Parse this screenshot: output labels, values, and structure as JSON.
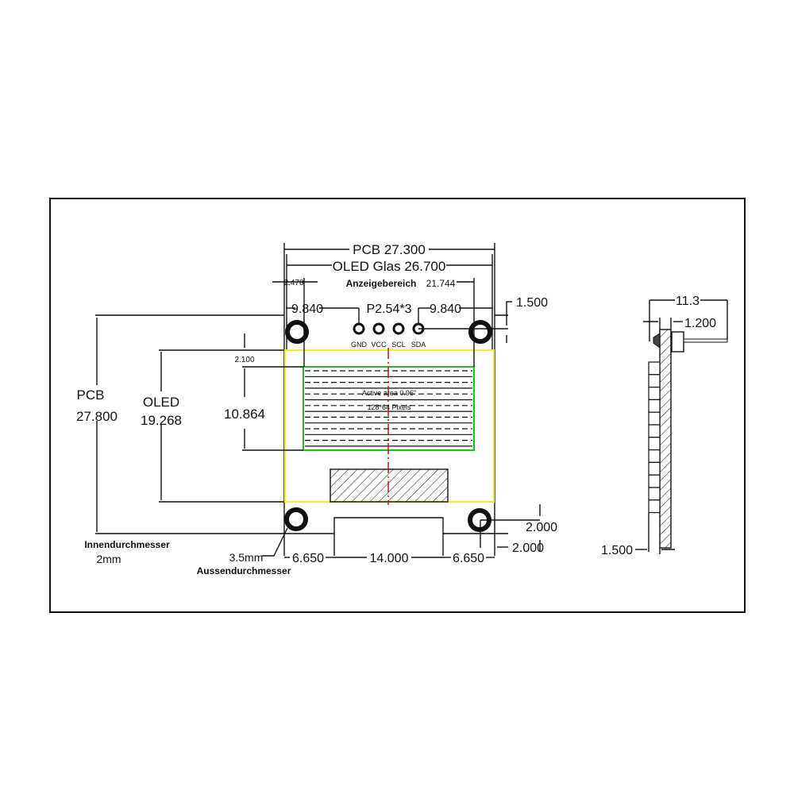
{
  "top_view": {
    "pcb_width": "PCB   27.300",
    "oled_glass_width": "OLED Glas 26.700",
    "display_area_offset": "2.478",
    "display_area_label": "Anzeigebereich",
    "display_area_width": "21.744",
    "hole_to_pins_left": "9.840",
    "pin_pitch": "P2.54*3",
    "hole_to_pins_right": "9.840",
    "hole_offset_top": "1.500",
    "pins": [
      "GND",
      "VCC",
      "SCL",
      "SDA"
    ],
    "pcb_height_label": "PCB",
    "pcb_height": "27.800",
    "oled_height_label": "OLED",
    "oled_height": "19.268",
    "active_offset": "2.100",
    "active_height": "10.864",
    "active_area_line1": "Active area 0.96\"",
    "active_area_line2": "128*64 Pixels",
    "bottom_left_margin": "6.650",
    "connector_width": "14.000",
    "bottom_right_margin": "6.650",
    "hole_offset_bottom_y": "2.000",
    "hole_offset_bottom_x": "2.000",
    "inner_diameter_label": "Innendurchmesser",
    "inner_diameter": "2mm",
    "outer_diameter": "3.5mm",
    "outer_diameter_label": "Aussendurchmesser"
  },
  "side_view": {
    "total_depth": "11.3",
    "pcb_thickness": "1.200",
    "glass_thickness": "1.500"
  },
  "colors": {
    "outline": "#111111",
    "oled_glass": "#f2f21a",
    "active_area": "#1fbf1f",
    "center_line": "#cc1111"
  }
}
